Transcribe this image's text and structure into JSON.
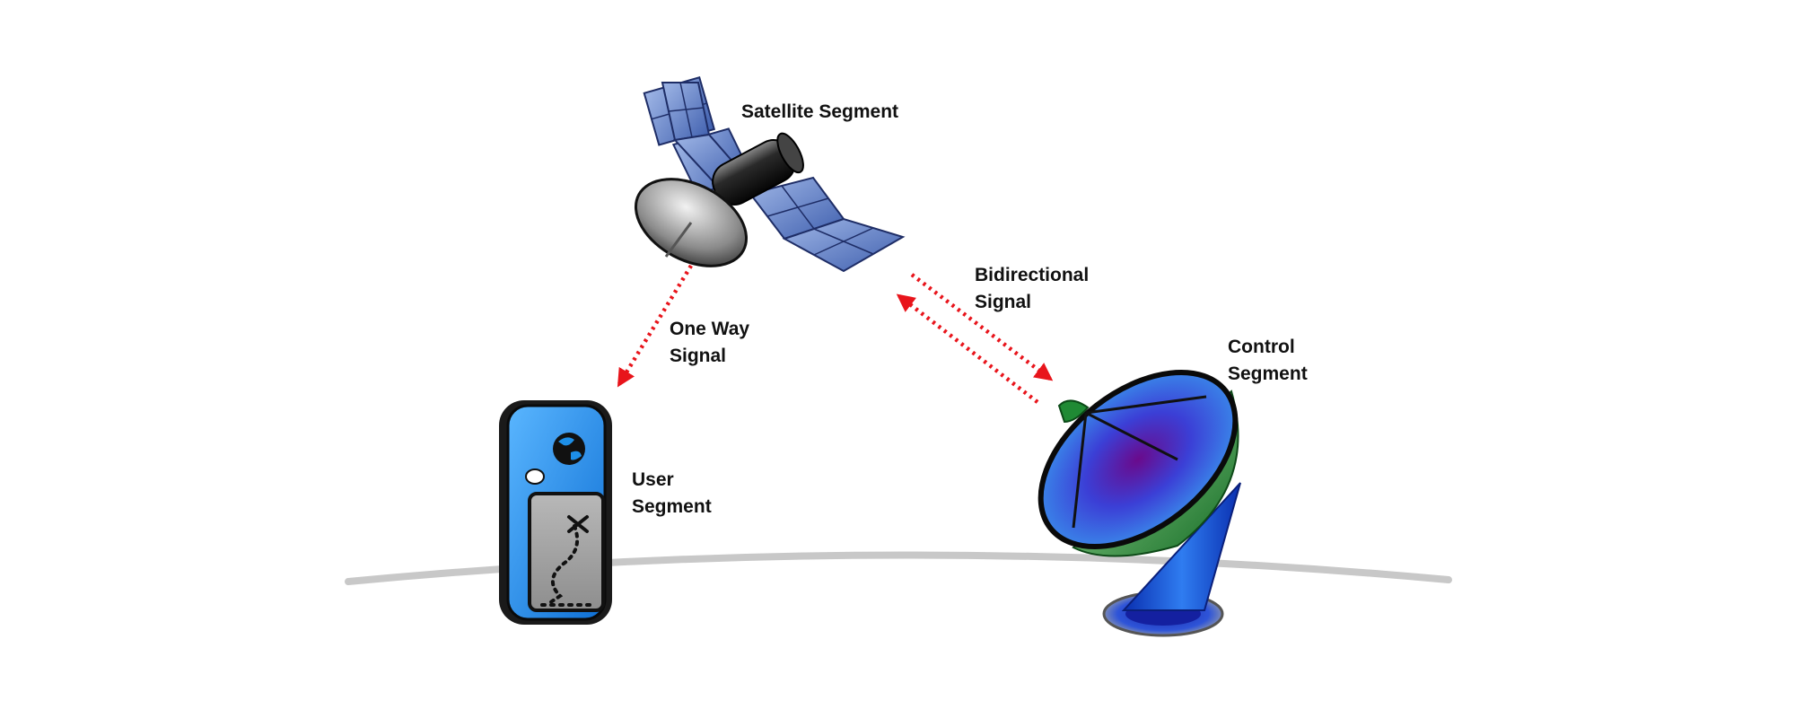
{
  "labels": {
    "satellite": "Satellite Segment",
    "bidirectional_line1": "Bidirectional",
    "bidirectional_line2": "Signal",
    "one_way_line1": "One Way",
    "one_way_line2": "Signal",
    "control_line1": "Control",
    "control_line2": "Segment",
    "user_line1": "User",
    "user_line2": "Segment"
  },
  "icons": [
    "satellite-icon",
    "gps-receiver-icon",
    "ground-dish-icon",
    "globe-icon",
    "signal-arrow-icon"
  ],
  "colors": {
    "signal": "#e8141b",
    "horizon": "#c8c8c8",
    "device_blue": "#1d8fe8",
    "dish_blue": "#2f66e0",
    "dish_green": "#1f8a34",
    "panel_blue": "#5b7fc9"
  }
}
